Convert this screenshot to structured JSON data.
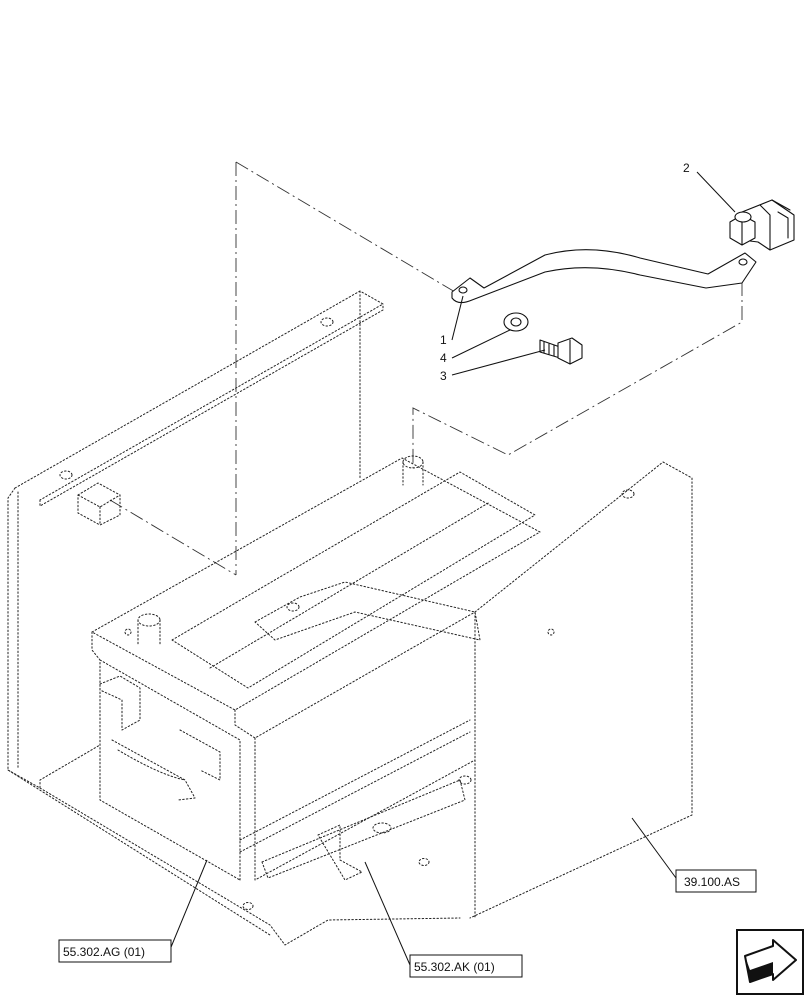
{
  "callouts": {
    "c1": "1",
    "c2": "2",
    "c3": "3",
    "c4": "4"
  },
  "references": {
    "battery_box": "39.100.AS",
    "battery": "55.302.AG (01)",
    "clamp_bar": "55.302.AK (01)"
  },
  "icons": {
    "nav": "next-page-arrow-icon"
  }
}
